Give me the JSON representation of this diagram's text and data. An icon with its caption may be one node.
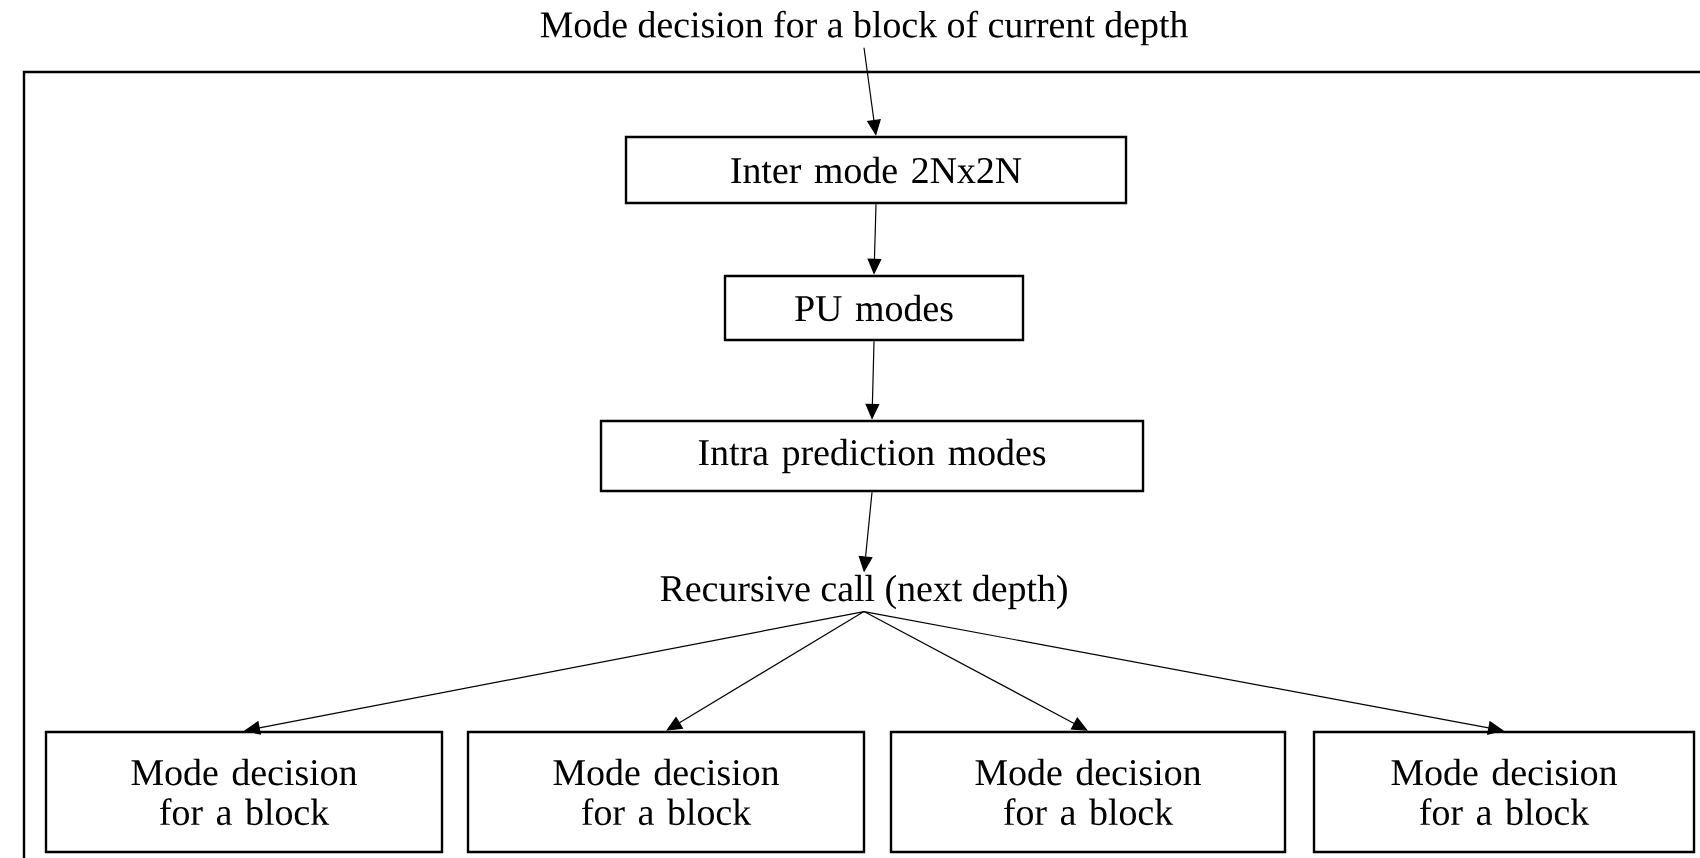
{
  "diagram": {
    "nodes": [
      {
        "text": [
          "Mode decision for a block of current depth"
        ]
      },
      {
        "text": [
          "Inter mode 2Nx2N"
        ]
      },
      {
        "text": [
          "PU modes"
        ]
      },
      {
        "text": [
          "Intra prediction modes"
        ]
      },
      {
        "text": [
          "Recursive call (next depth)"
        ]
      },
      {
        "text": [
          "Mode decision for a block"
        ]
      },
      {
        "text": [
          "Mode decision for a block"
        ]
      },
      {
        "text": [
          "Mode decision for a block"
        ]
      },
      {
        "text": [
          "Mode decision for a block"
        ]
      }
    ],
    "edges": [
      {
        "from": 0,
        "to": 1,
        "arrow": "to"
      },
      {
        "from": 1,
        "to": 2,
        "arrow": "to"
      },
      {
        "from": 2,
        "to": 3,
        "arrow": "to"
      },
      {
        "from": 3,
        "to": 4,
        "arrow": "to"
      },
      {
        "from": 4,
        "to": 5,
        "arrow": "to"
      },
      {
        "from": 4,
        "to": 6,
        "arrow": "to"
      },
      {
        "from": 4,
        "to": 7,
        "arrow": "to"
      },
      {
        "from": 4,
        "to": 8,
        "arrow": "to"
      }
    ]
  }
}
